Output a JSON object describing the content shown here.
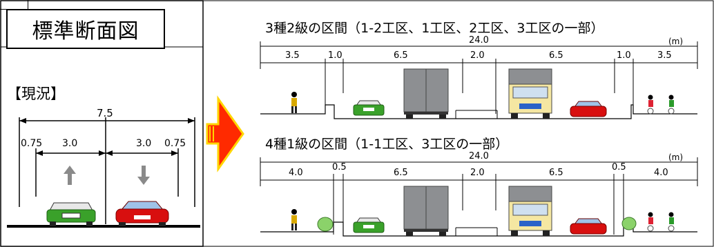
{
  "title": "標準断面図",
  "current": {
    "label": "【現況】",
    "total_width": "7.5",
    "dims": [
      "0.75",
      "3.0",
      "3.0",
      "0.75"
    ]
  },
  "section1": {
    "title": "3種2級の区間（1-2工区、1工区、2工区、3工区の一部）",
    "total": "24.0",
    "unit": "(m)",
    "dims": [
      "3.5",
      "1.0",
      "6.5",
      "2.0",
      "6.5",
      "1.0",
      "3.5"
    ]
  },
  "section2": {
    "title": "4種1級の区間（1-1工区、3工区の一部）",
    "total": "24.0",
    "unit": "(m)",
    "dims": [
      "4.0",
      "0.5",
      "6.5",
      "2.0",
      "6.5",
      "0.5",
      "4.0"
    ]
  },
  "colors": {
    "arrow_fill": "#ff2a00",
    "arrow_stroke": "#ffd600",
    "truck": "#8d8f92",
    "car_green": "#3aa12a",
    "car_red": "#d80f0f",
    "tree": "#8bd26a"
  }
}
